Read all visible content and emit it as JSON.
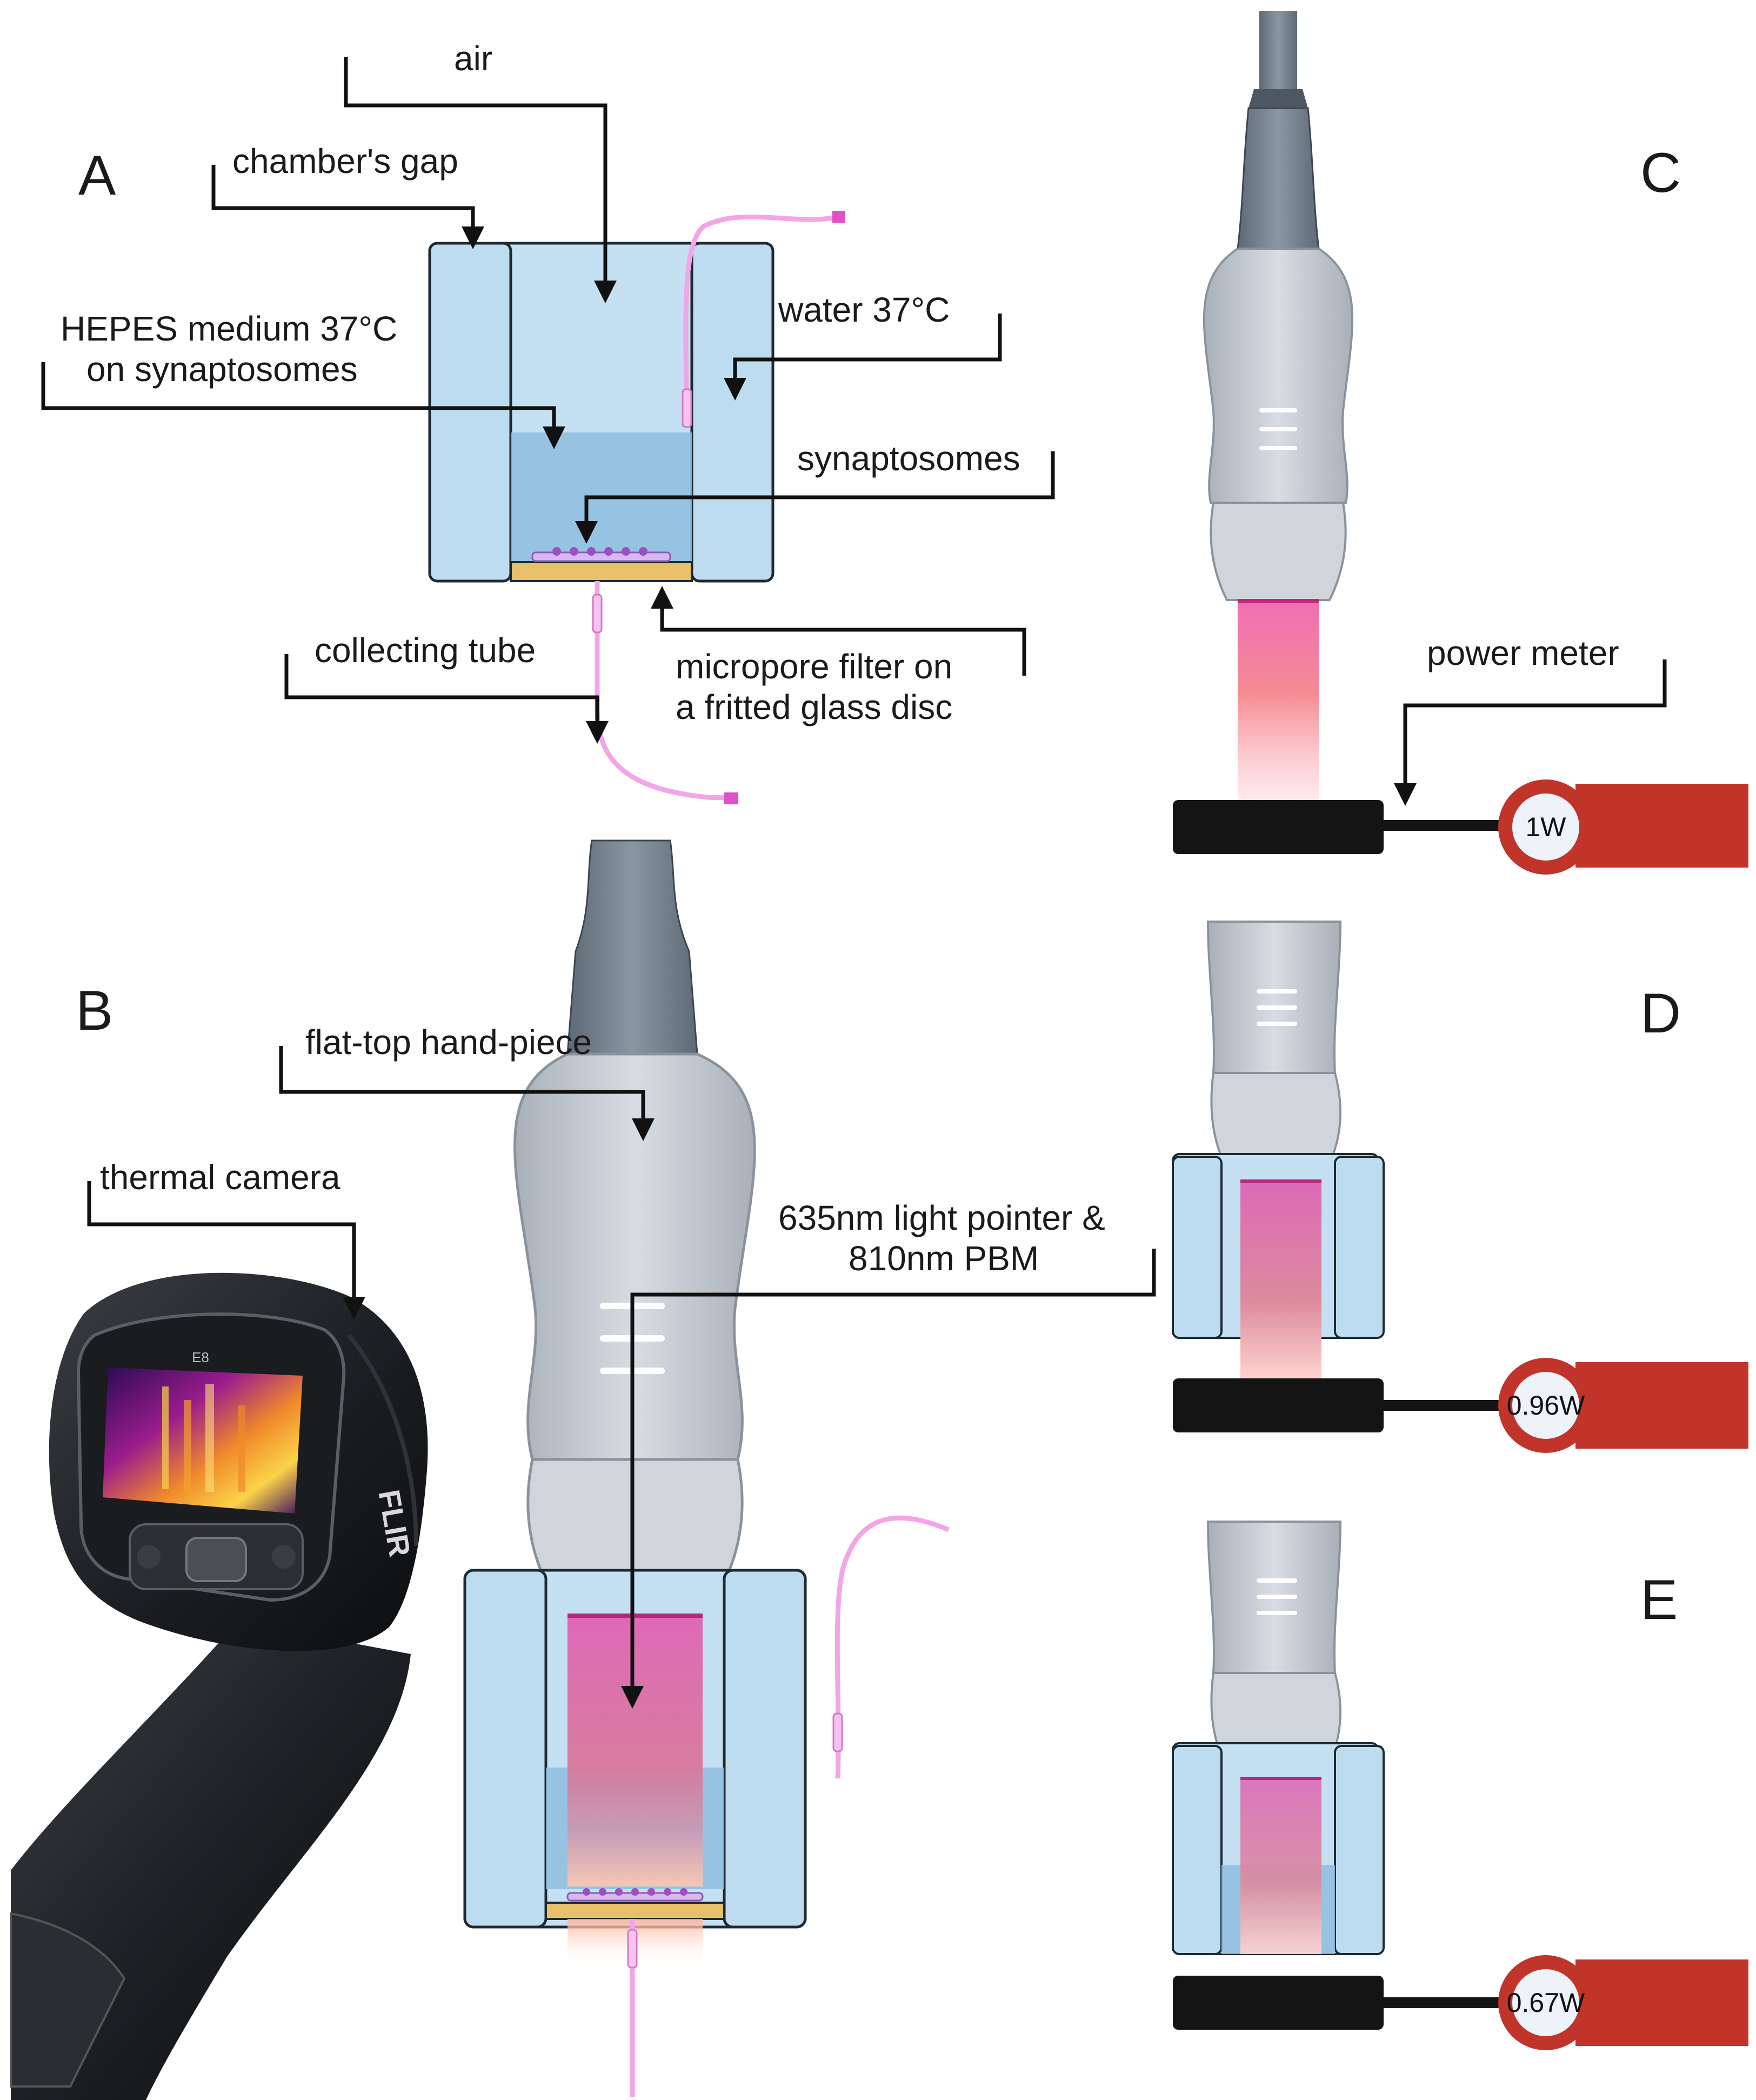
{
  "panels": {
    "a": "A",
    "b": "B",
    "c": "C",
    "d": "D",
    "e": "E"
  },
  "labels": {
    "air": "air",
    "chambers_gap": "chamber's gap",
    "hepes_line1": "HEPES medium 37°C",
    "hepes_line2": "on synaptosomes",
    "water": "water 37°C",
    "synaptosomes": "synaptosomes",
    "collecting_tube": "collecting tube",
    "filter_line1": "micropore filter on",
    "filter_line2": "a fritted glass disc",
    "power_meter": "power meter",
    "flat_top": "flat-top hand-piece",
    "thermal_camera": "thermal camera",
    "light_line1": "635nm light pointer &",
    "light_line2": "810nm PBM"
  },
  "readings": {
    "c": "1W",
    "d": "0.96W",
    "e": "0.67W"
  },
  "camera": {
    "brand": "FLIR",
    "model": "E8"
  },
  "colors": {
    "chamber": "#bddcef",
    "medium": "#8fbde0",
    "filter": "#e8c06a",
    "tube": "#f2a6e6",
    "handpiece": "#c7ccd3",
    "beam": "#e46aa8",
    "meter_body": "#c0342a",
    "sensor": "#141414"
  },
  "icons": [
    "handpiece-icon",
    "thermal-camera-icon",
    "power-meter-icon",
    "collecting-tube-icon"
  ]
}
